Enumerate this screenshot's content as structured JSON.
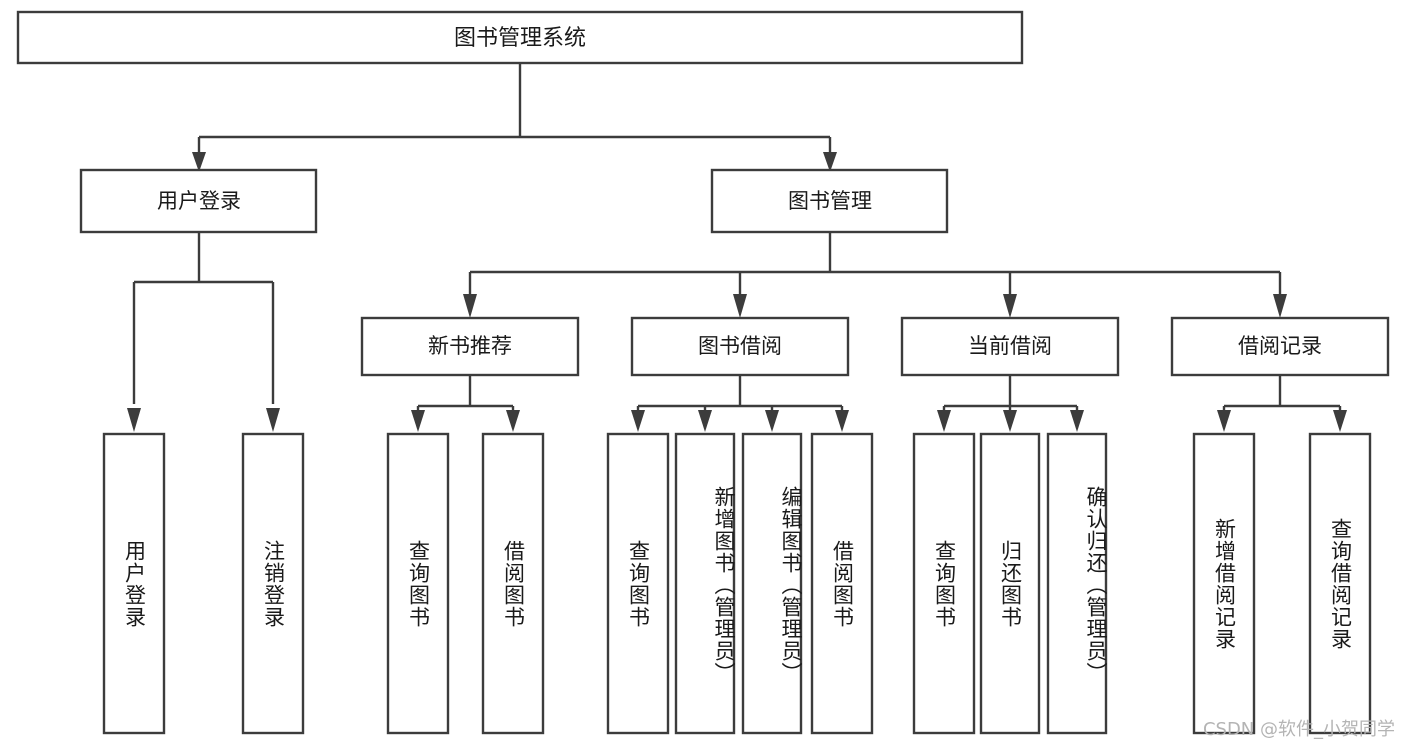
{
  "diagram": {
    "type": "hierarchy-tree",
    "title": "图书管理系统",
    "colors": {
      "stroke": "#3c3c3c",
      "fill": "#ffffff",
      "text": "#1a1a1a",
      "watermark": "#b4b4b4"
    },
    "root": {
      "label": "图书管理系统"
    },
    "level2": [
      {
        "label": "用户登录"
      },
      {
        "label": "图书管理"
      }
    ],
    "level3": [
      {
        "label": "新书推荐"
      },
      {
        "label": "图书借阅"
      },
      {
        "label": "当前借阅"
      },
      {
        "label": "借阅记录"
      }
    ],
    "leaves": {
      "user_login": [
        {
          "label": "用户登录"
        },
        {
          "label": "注销登录"
        }
      ],
      "new_book_recommend": [
        {
          "label": "查询图书"
        },
        {
          "label": "借阅图书"
        }
      ],
      "book_borrow": [
        {
          "label": "查询图书"
        },
        {
          "label": "新增图书（管理员）"
        },
        {
          "label": "编辑图书（管理员）"
        },
        {
          "label": "借阅图书"
        }
      ],
      "current_borrow": [
        {
          "label": "查询图书"
        },
        {
          "label": "归还图书"
        },
        {
          "label": "确认归还（管理员）"
        }
      ],
      "borrow_record": [
        {
          "label": "新增借阅记录"
        },
        {
          "label": "查询借阅记录"
        }
      ]
    }
  },
  "watermark": {
    "text": "CSDN @软件_小贺同学"
  }
}
